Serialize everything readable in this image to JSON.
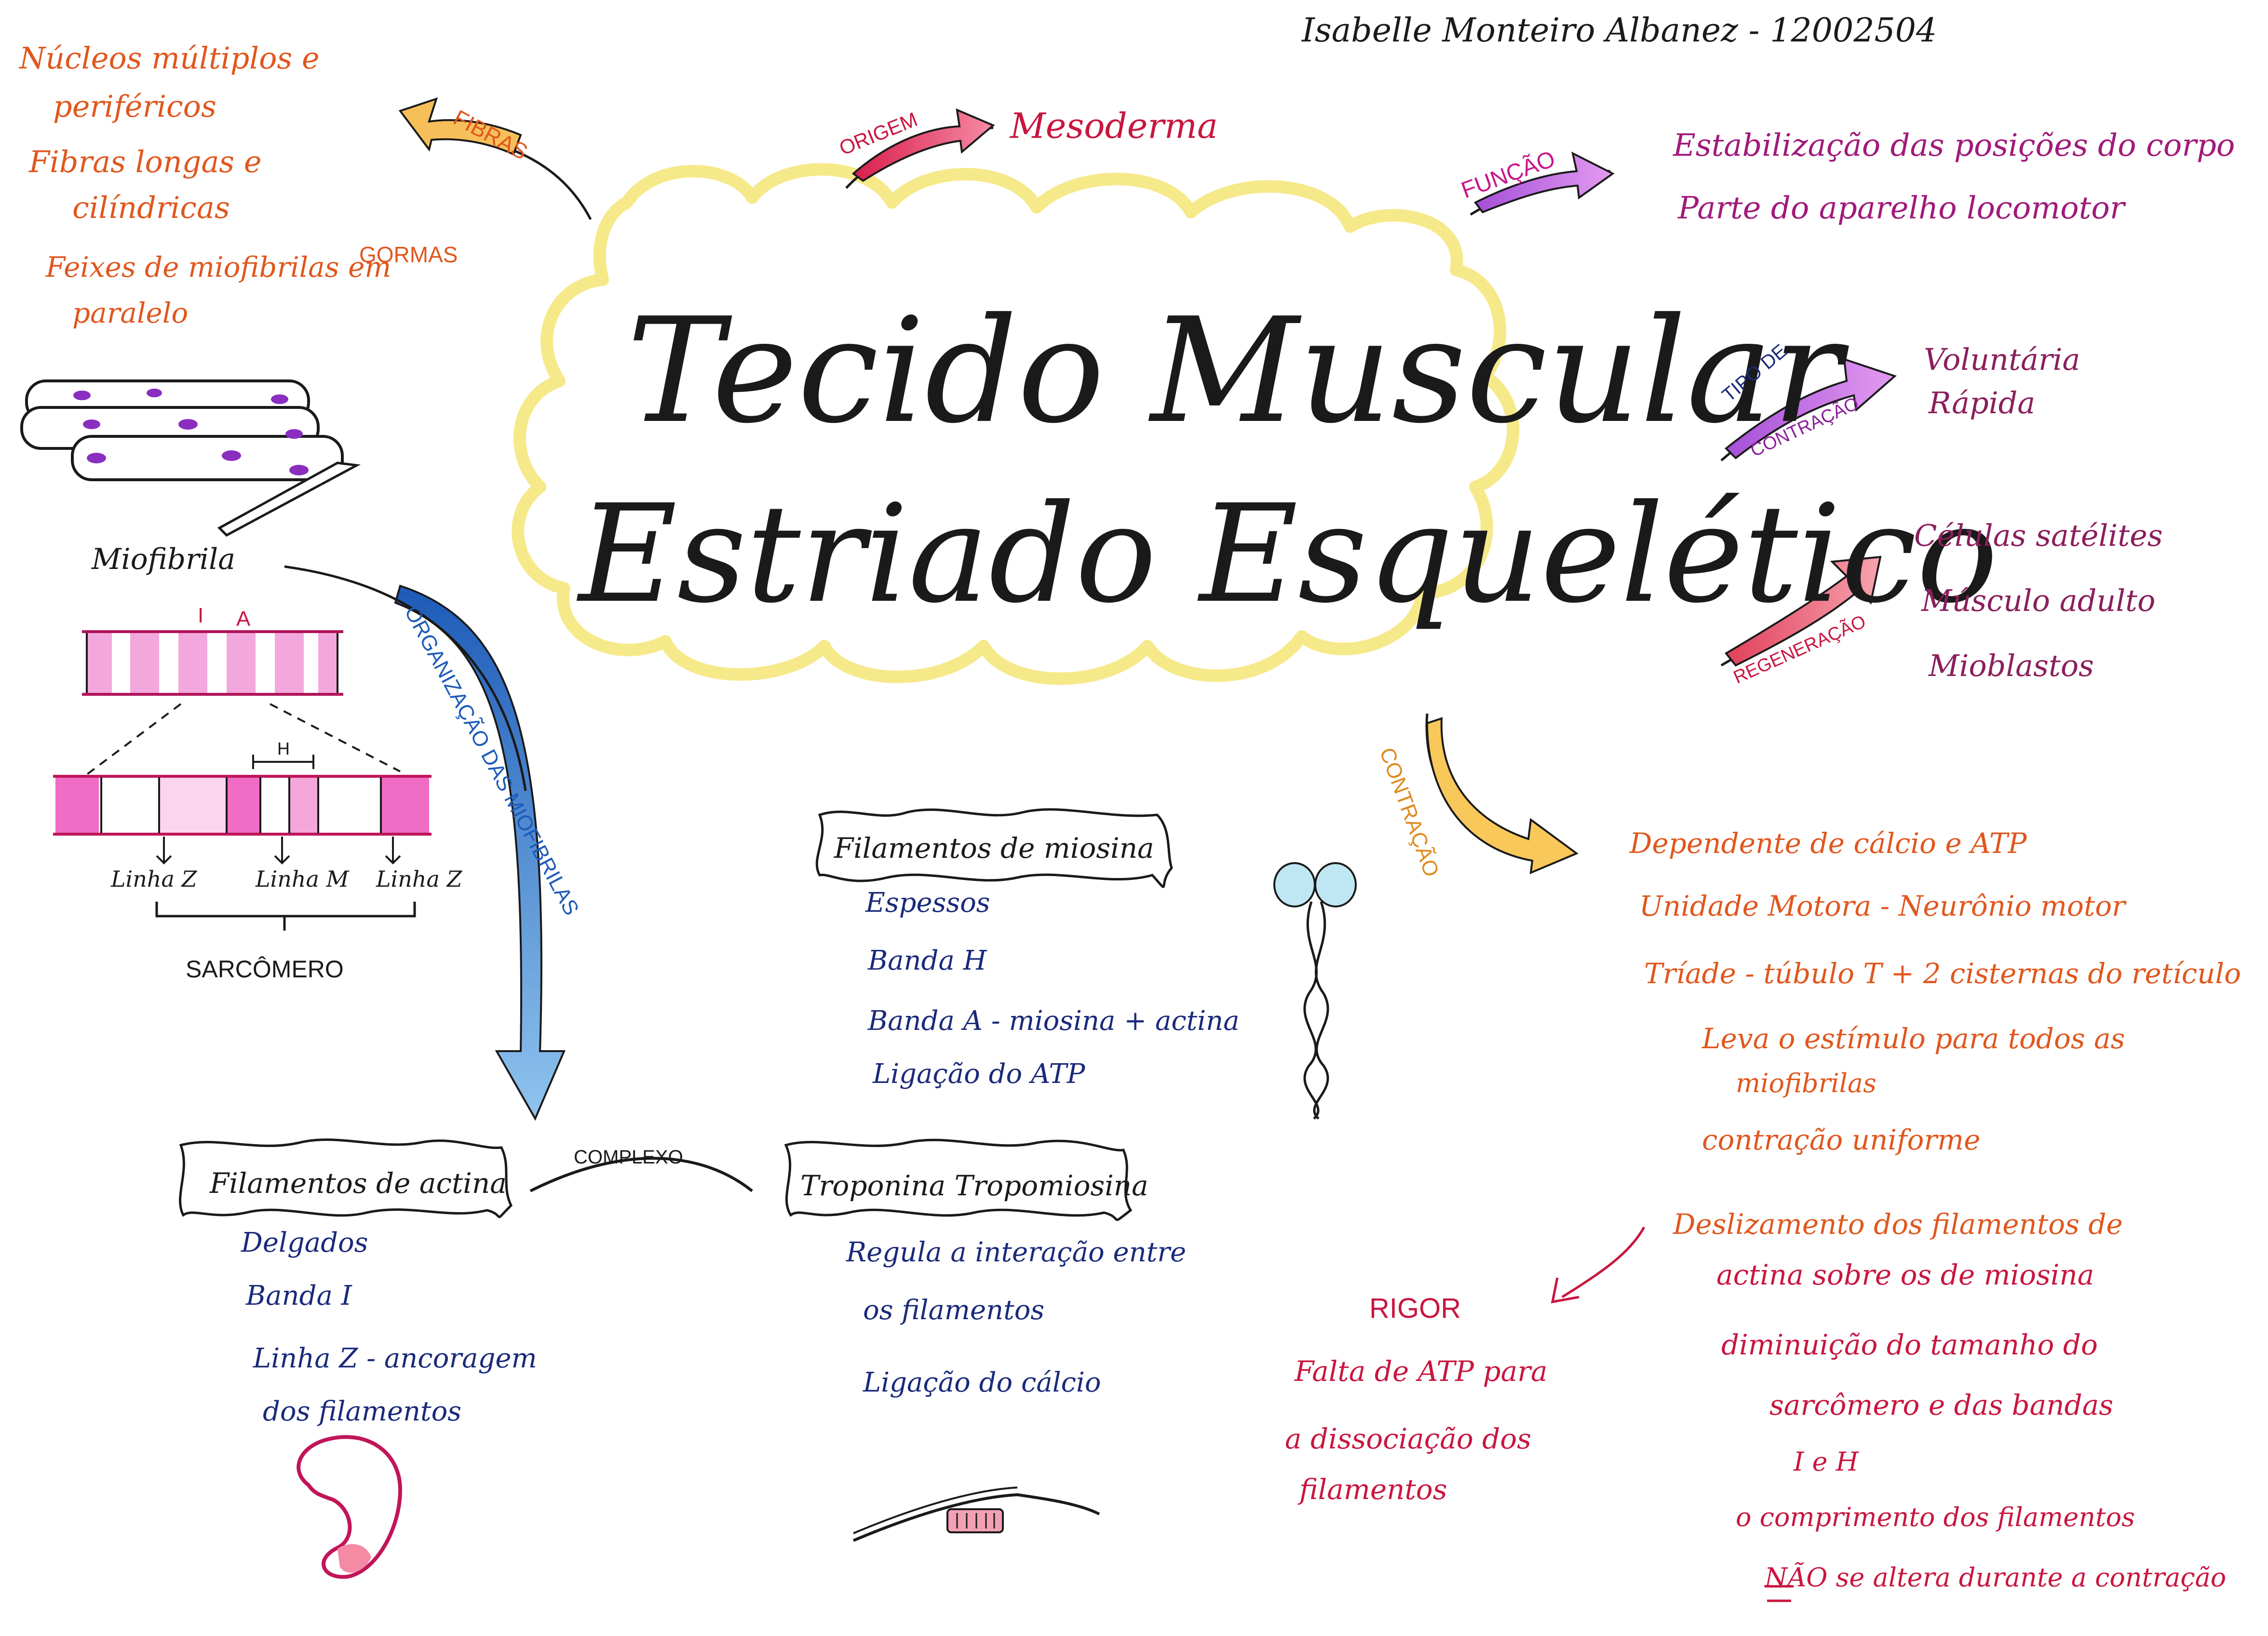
{
  "header": {
    "author": "Isabelle Monteiro Albanez - 12002504"
  },
  "title": {
    "line1": "Tecido Muscular",
    "line2": "Estriado Esquelético"
  },
  "colors": {
    "orange": "#e0571e",
    "magenta": "#b0155a",
    "crimson": "#c8163f",
    "purple": "#8a1f5c",
    "navy": "#1a2a7a",
    "black": "#1a1a1a",
    "yellow": "#f6e98a",
    "blue": "#3a84d6",
    "pink": "#e88fcf"
  },
  "fibras": {
    "arrow_label": "FIBRAS",
    "items": [
      "Núcleos múltiplos e",
      "periféricos",
      "Fibras longas e",
      "cilíndricas",
      "Feixes de miofibrilas em",
      "paralelo"
    ],
    "extra": "GORMAS"
  },
  "origem": {
    "arrow_label": "ORIGEM",
    "value": "Mesoderma"
  },
  "funcao": {
    "arrow_label": "FUNÇÃO",
    "items": [
      "Estabilização das posições do corpo",
      "Parte do aparelho locomotor"
    ]
  },
  "tipo_contracao": {
    "arrow_label": [
      "TIPO DE",
      "CONTRAÇÃO"
    ],
    "items": [
      "Voluntária",
      "Rápida"
    ]
  },
  "regeneracao": {
    "arrow_label": "REGENERAÇÃO",
    "items": [
      "Células satélites",
      "Músculo adulto",
      "Mioblastos"
    ]
  },
  "miofibrila": {
    "label": "Miofibrila",
    "bands": [
      "I",
      "A"
    ],
    "h_label": "H",
    "lines": [
      "Linha Z",
      "Linha M",
      "Linha Z"
    ],
    "sarcomero": "SARCÔMERO"
  },
  "organizacao": {
    "arrow_label": "ORGANIZAÇÃO DAS MIOFIBRILAS"
  },
  "miosina": {
    "title": "Filamentos de miosina",
    "items": [
      "Espessos",
      "Banda H",
      "Banda A - miosina + actina",
      "Ligação do ATP"
    ]
  },
  "actina": {
    "title": "Filamentos de actina",
    "items": [
      "Delgados",
      "Banda I",
      "Linha Z - ancoragem",
      "dos filamentos"
    ]
  },
  "complexo": {
    "label": "COMPLEXO"
  },
  "troponina": {
    "title": "Troponina Tropomiosina",
    "items": [
      "Regula a interação entre",
      "os filamentos",
      "Ligação do cálcio"
    ]
  },
  "contracao": {
    "arrow_label": "CONTRAÇÃO",
    "items": [
      "Dependente de cálcio e ATP",
      "Unidade Motora - Neurônio motor",
      "Tríade - túbulo T + 2 cisternas do retículo",
      "Leva o estímulo para todos as",
      "miofibrilas",
      "contração uniforme"
    ],
    "deslizamento": [
      "Deslizamento dos filamentos de",
      "actina sobre os de miosina",
      "diminuição do tamanho do",
      "sarcômero e das bandas",
      "I e H",
      "o comprimento dos filamentos",
      "NÃO se altera durante a contração"
    ]
  },
  "rigor": {
    "title": "RIGOR",
    "items": [
      "Falta de ATP para",
      "a dissociação dos",
      "filamentos"
    ]
  }
}
